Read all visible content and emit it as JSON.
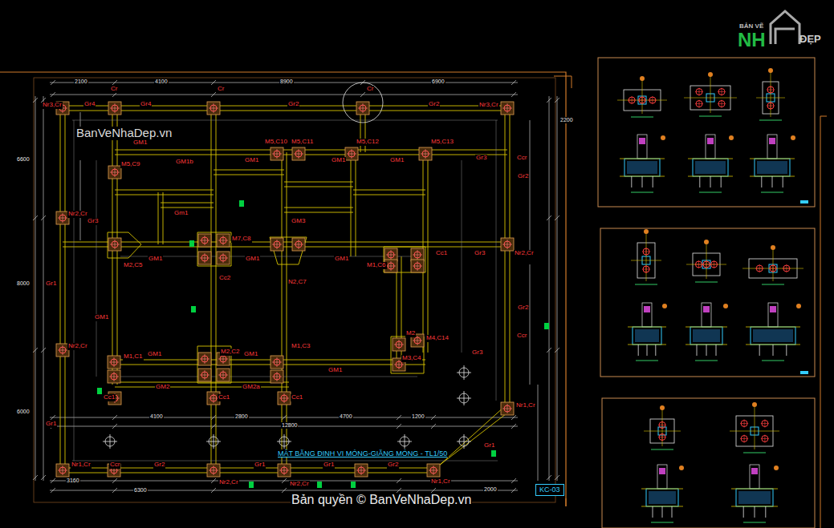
{
  "diagram": {
    "title": "MẶT BẰNG ĐỊNH VỊ MÓNG-GIẰNG MÓNG - TL1/50",
    "nodes": [
      {
        "text": [
          "KC-03"
        ]
      }
    ],
    "labels": [
      "2100",
      "4100",
      "8900",
      "6900",
      "Cr",
      "Cr",
      "Cr",
      "Nr3,Cr",
      "Gr4",
      "Gr4",
      "Gr2",
      "Gr2",
      "Nr3,Cr",
      "2200",
      "6600",
      "GM1",
      "M5,C10",
      "M5,C11",
      "M5,C12",
      "M5,C13",
      "M5,C9",
      "GM1b",
      "GM1",
      "GM1",
      "GM1",
      "Gr3",
      "Ccr",
      "Gr2",
      "Nr2,Cr",
      "Gr3",
      "Gm1",
      "GM3",
      "M7,C8",
      "M2,C5",
      "GM1",
      "GM1",
      "GM1",
      "N2,C7",
      "M1,C6",
      "Cc1",
      "Gr3",
      "Nr2,Cr",
      "Cc2",
      "8000",
      "Gr1",
      "GM1",
      "Gr2",
      "M2",
      "M4,C14",
      "Ccr",
      "Gr3",
      "Nr2,Cr",
      "M1,C1",
      "GM1",
      "M2,C2",
      "GM1",
      "M1,C3",
      "M3,C4",
      "GM1",
      "GM2",
      "GM2a",
      "Cc1",
      "Cc1",
      "Cc1",
      "Nr1,Cr",
      "6000",
      "4100",
      "2800",
      "4700",
      "1200",
      "12800",
      "Gr1",
      "Gr1",
      "Nr1,Cr",
      "Ccr",
      "Gr2",
      "Gr1",
      "Gr1",
      "Gr2",
      "Nr1,Cr",
      "Nr2,Cr",
      "Nr2,Cr",
      "3160",
      "6300",
      "2000",
      "BanVeNhaDep.vn",
      "Bản quyền © BanVeNhaDep.vn",
      "BẢN VẼ",
      "NH",
      "ĐẸP"
    ]
  }
}
